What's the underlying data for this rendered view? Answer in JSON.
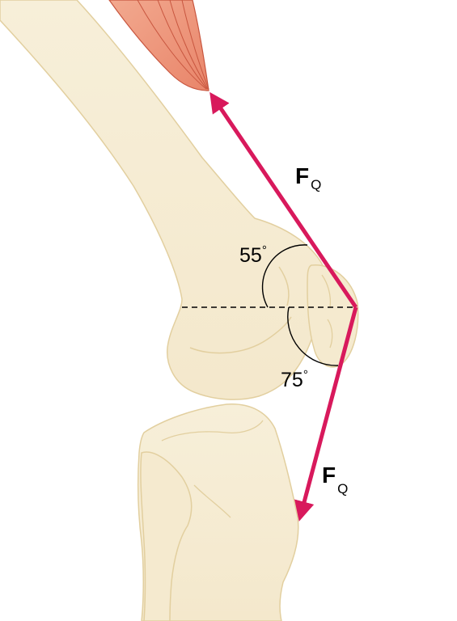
{
  "colors": {
    "bone_fill": "#f6ecd4",
    "bone_stroke": "#e2cf9f",
    "muscle_fill": "#ef9a7f",
    "muscle_stroke": "#c8563f",
    "force_arrow": "#d8195c",
    "angle_line": "#000000"
  },
  "forces": {
    "upper": {
      "main": "F",
      "sub": "Q"
    },
    "lower": {
      "main": "F",
      "sub": "Q"
    }
  },
  "angles": {
    "upper": {
      "value": "55",
      "unit": "°"
    },
    "lower": {
      "value": "75",
      "unit": "°"
    }
  },
  "icons": {
    "muscle": "quadriceps-muscle-shape",
    "femur": "femur-bone-shape",
    "tibia": "tibia-bone-shape",
    "patella": "patella-bone-shape"
  }
}
